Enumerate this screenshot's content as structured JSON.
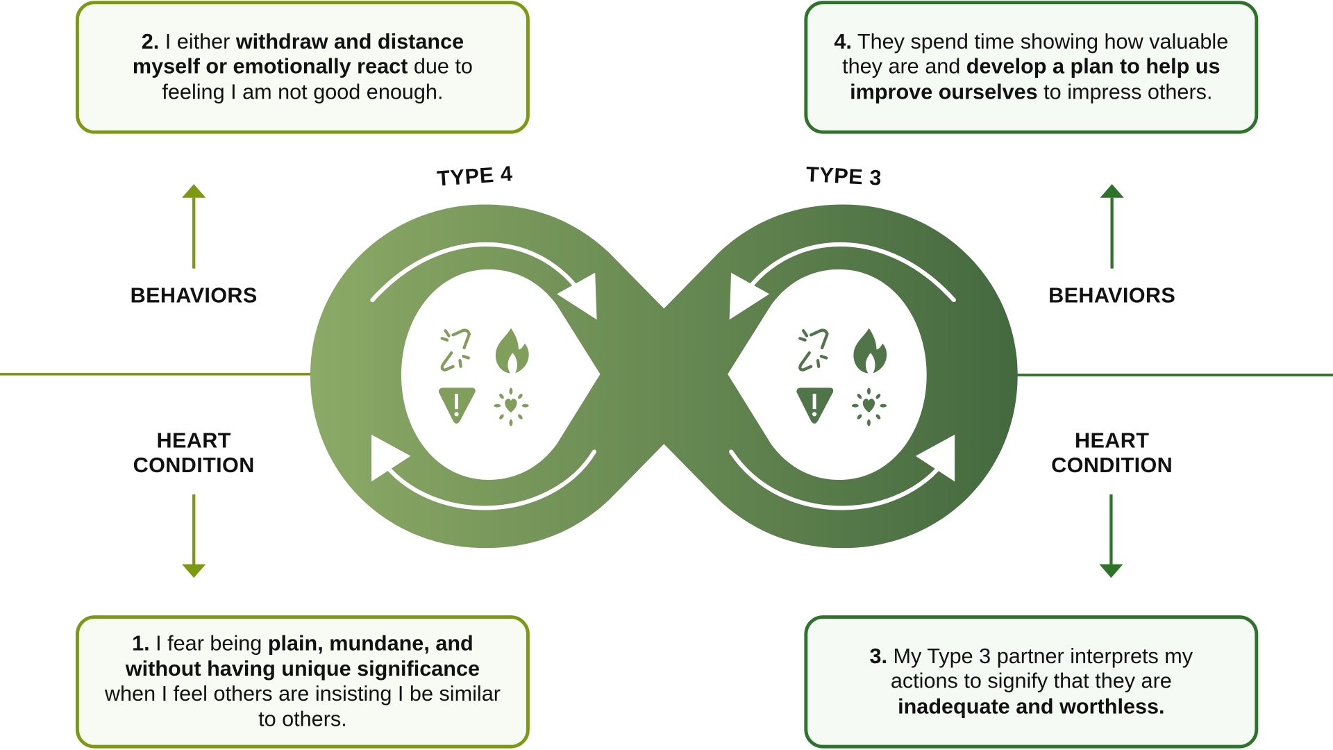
{
  "colors": {
    "lime": "#7b9a0f",
    "green": "#2b7428",
    "loop_light": "#8caa66",
    "loop_dark": "#44693f",
    "box_fill": "#f6faf4"
  },
  "left": {
    "type_label": "TYPE 4",
    "behaviors_label": "BEHAVIORS",
    "heart_label_line1": "HEART",
    "heart_label_line2": "CONDITION",
    "top_box": {
      "num": "2.",
      "t1": " I either ",
      "b1": "withdraw and distance myself or emotionally react",
      "t2": " due to feeling I am not good enough."
    },
    "bottom_box": {
      "num": "1.",
      "t1": " I fear being ",
      "b1": "plain, mundane, and without having unique significance",
      "t2": " when I feel others are insisting I be similar to others."
    }
  },
  "right": {
    "type_label": "TYPE 3",
    "behaviors_label": "BEHAVIORS",
    "heart_label_line1": "HEART",
    "heart_label_line2": "CONDITION",
    "top_box": {
      "num": "4.",
      "t1": " They spend time showing how valuable they are and ",
      "b1": "develop a plan to help us improve ourselves",
      "t2": " to impress others."
    },
    "bottom_box": {
      "num": "3.",
      "t1": " My Type 3 partner interprets my actions to signify that they are ",
      "b1": "inadequate and worthless.",
      "t2": ""
    }
  },
  "icons": [
    "broken-link-icon",
    "fire-icon",
    "warning-icon",
    "radiant-heart-icon"
  ]
}
